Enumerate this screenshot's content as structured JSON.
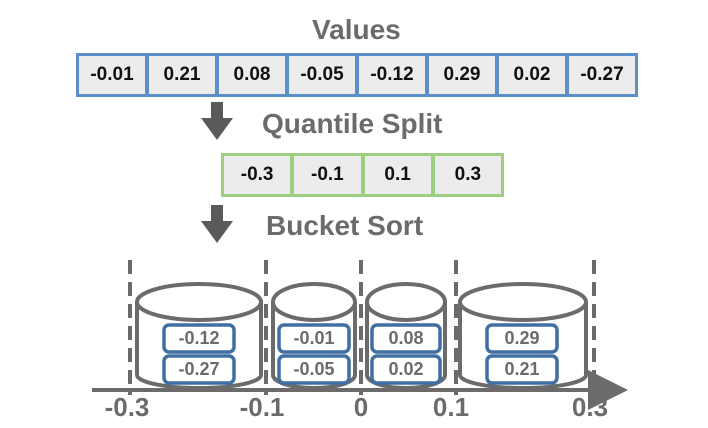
{
  "titles": {
    "values": "Values",
    "quantile": "Quantile Split",
    "bucket": "Bucket Sort"
  },
  "values": [
    "-0.01",
    "0.21",
    "0.08",
    "-0.05",
    "-0.12",
    "0.29",
    "0.02",
    "-0.27"
  ],
  "quantiles": [
    "-0.3",
    "-0.1",
    "0.1",
    "0.3"
  ],
  "buckets": [
    {
      "items": [
        "-0.12",
        "-0.27"
      ]
    },
    {
      "items": [
        "-0.01",
        "-0.05"
      ]
    },
    {
      "items": [
        "0.08",
        "0.02"
      ]
    },
    {
      "items": [
        "0.29",
        "0.21"
      ]
    }
  ],
  "axis": {
    "ticks": [
      "-0.3",
      "-0.1",
      "0",
      "0.1",
      "0.3"
    ]
  },
  "colors": {
    "blue": "#5b8fc9",
    "green": "#9ccf7f",
    "gray": "#6b6b6b",
    "cell_bg": "#ececec",
    "bucket_stroke": "#6b6b6b",
    "item_stroke": "#3f6fa3"
  }
}
